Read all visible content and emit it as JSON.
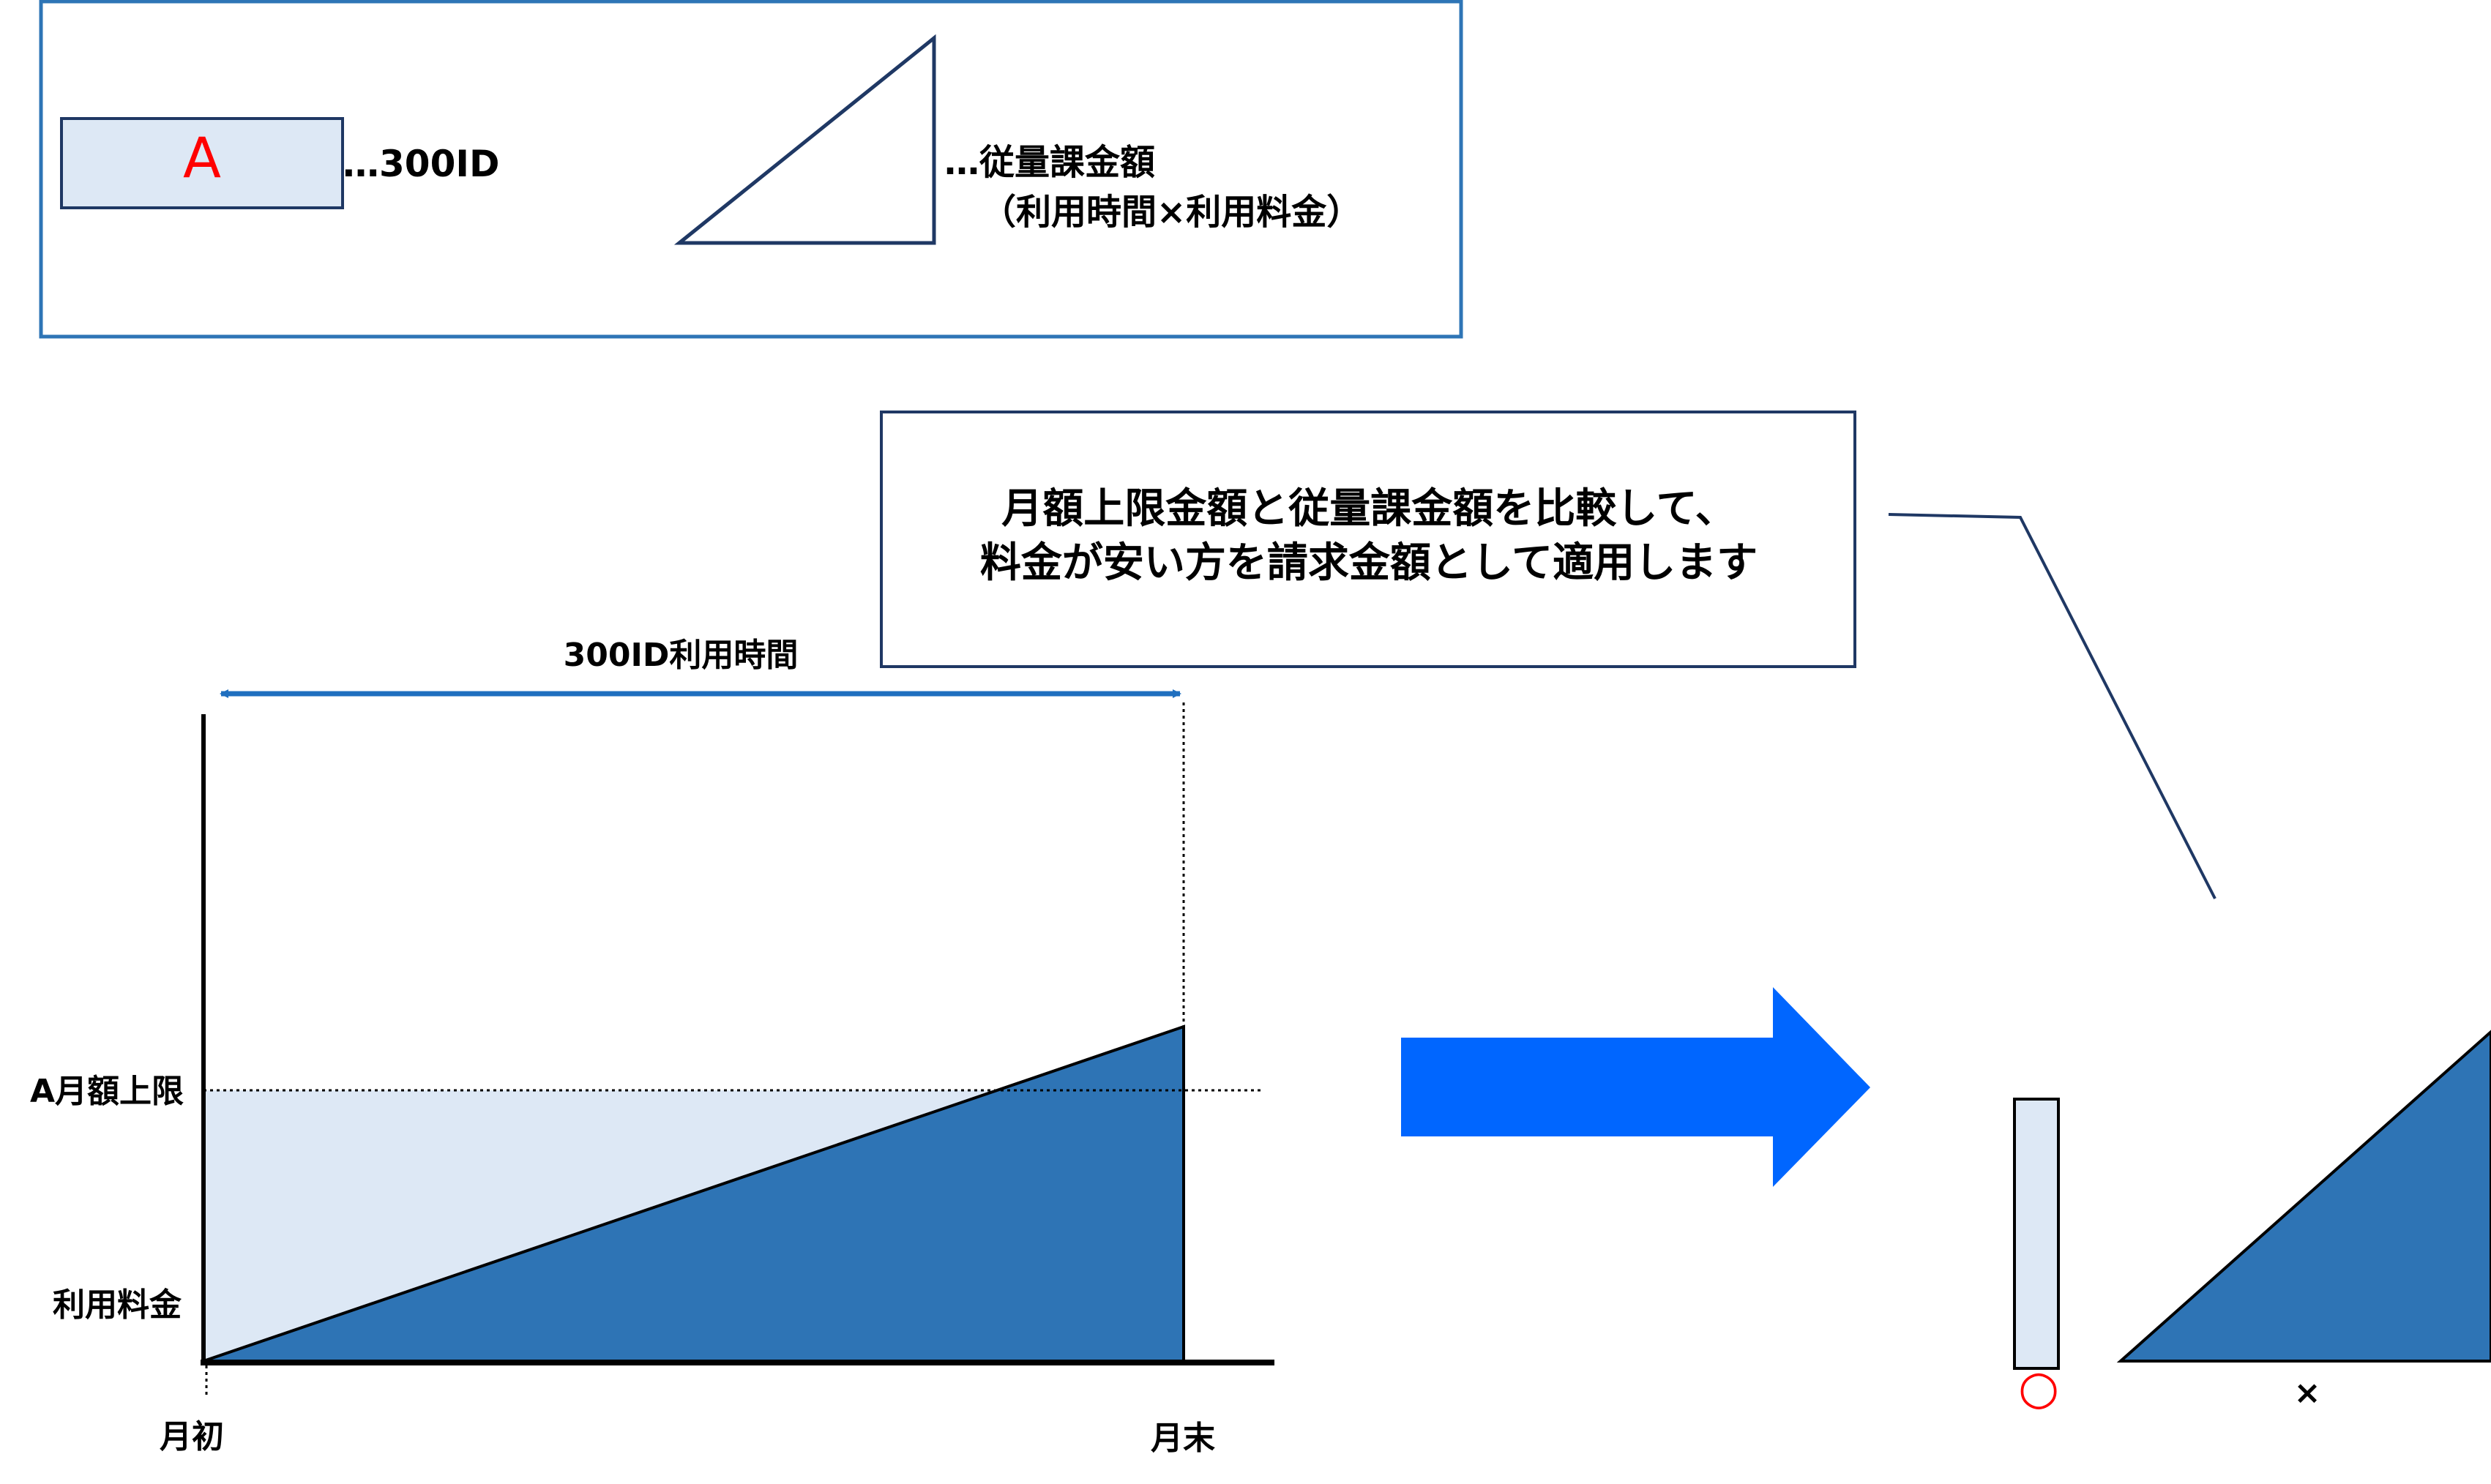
{
  "legend": {
    "box_label": "A",
    "box_desc": "…300ID",
    "triangle_desc_line1": "…従量課金額",
    "triangle_desc_line2": "（利用時間×利用料金）"
  },
  "callout": {
    "line1": "月額上限金額と従量課金額を比較して、",
    "line2": "料金が安い方を請求金額として適用します"
  },
  "chart": {
    "span_label": "300ID利用時間",
    "y_label_cap": "A月額上限",
    "y_label_rate": "利用料金",
    "x_label_start": "月初",
    "x_label_end": "月末"
  },
  "result": {
    "selected_mark": "○",
    "rejected_mark": "×"
  },
  "colors": {
    "light_fill": "#dde8f5",
    "dark_fill": "#2e74b5",
    "navy_stroke": "#1f3864",
    "legend_border": "#2e75b6",
    "span_arrow": "#1f6fbf",
    "big_arrow": "#0066ff",
    "red_text": "#ff0000"
  }
}
